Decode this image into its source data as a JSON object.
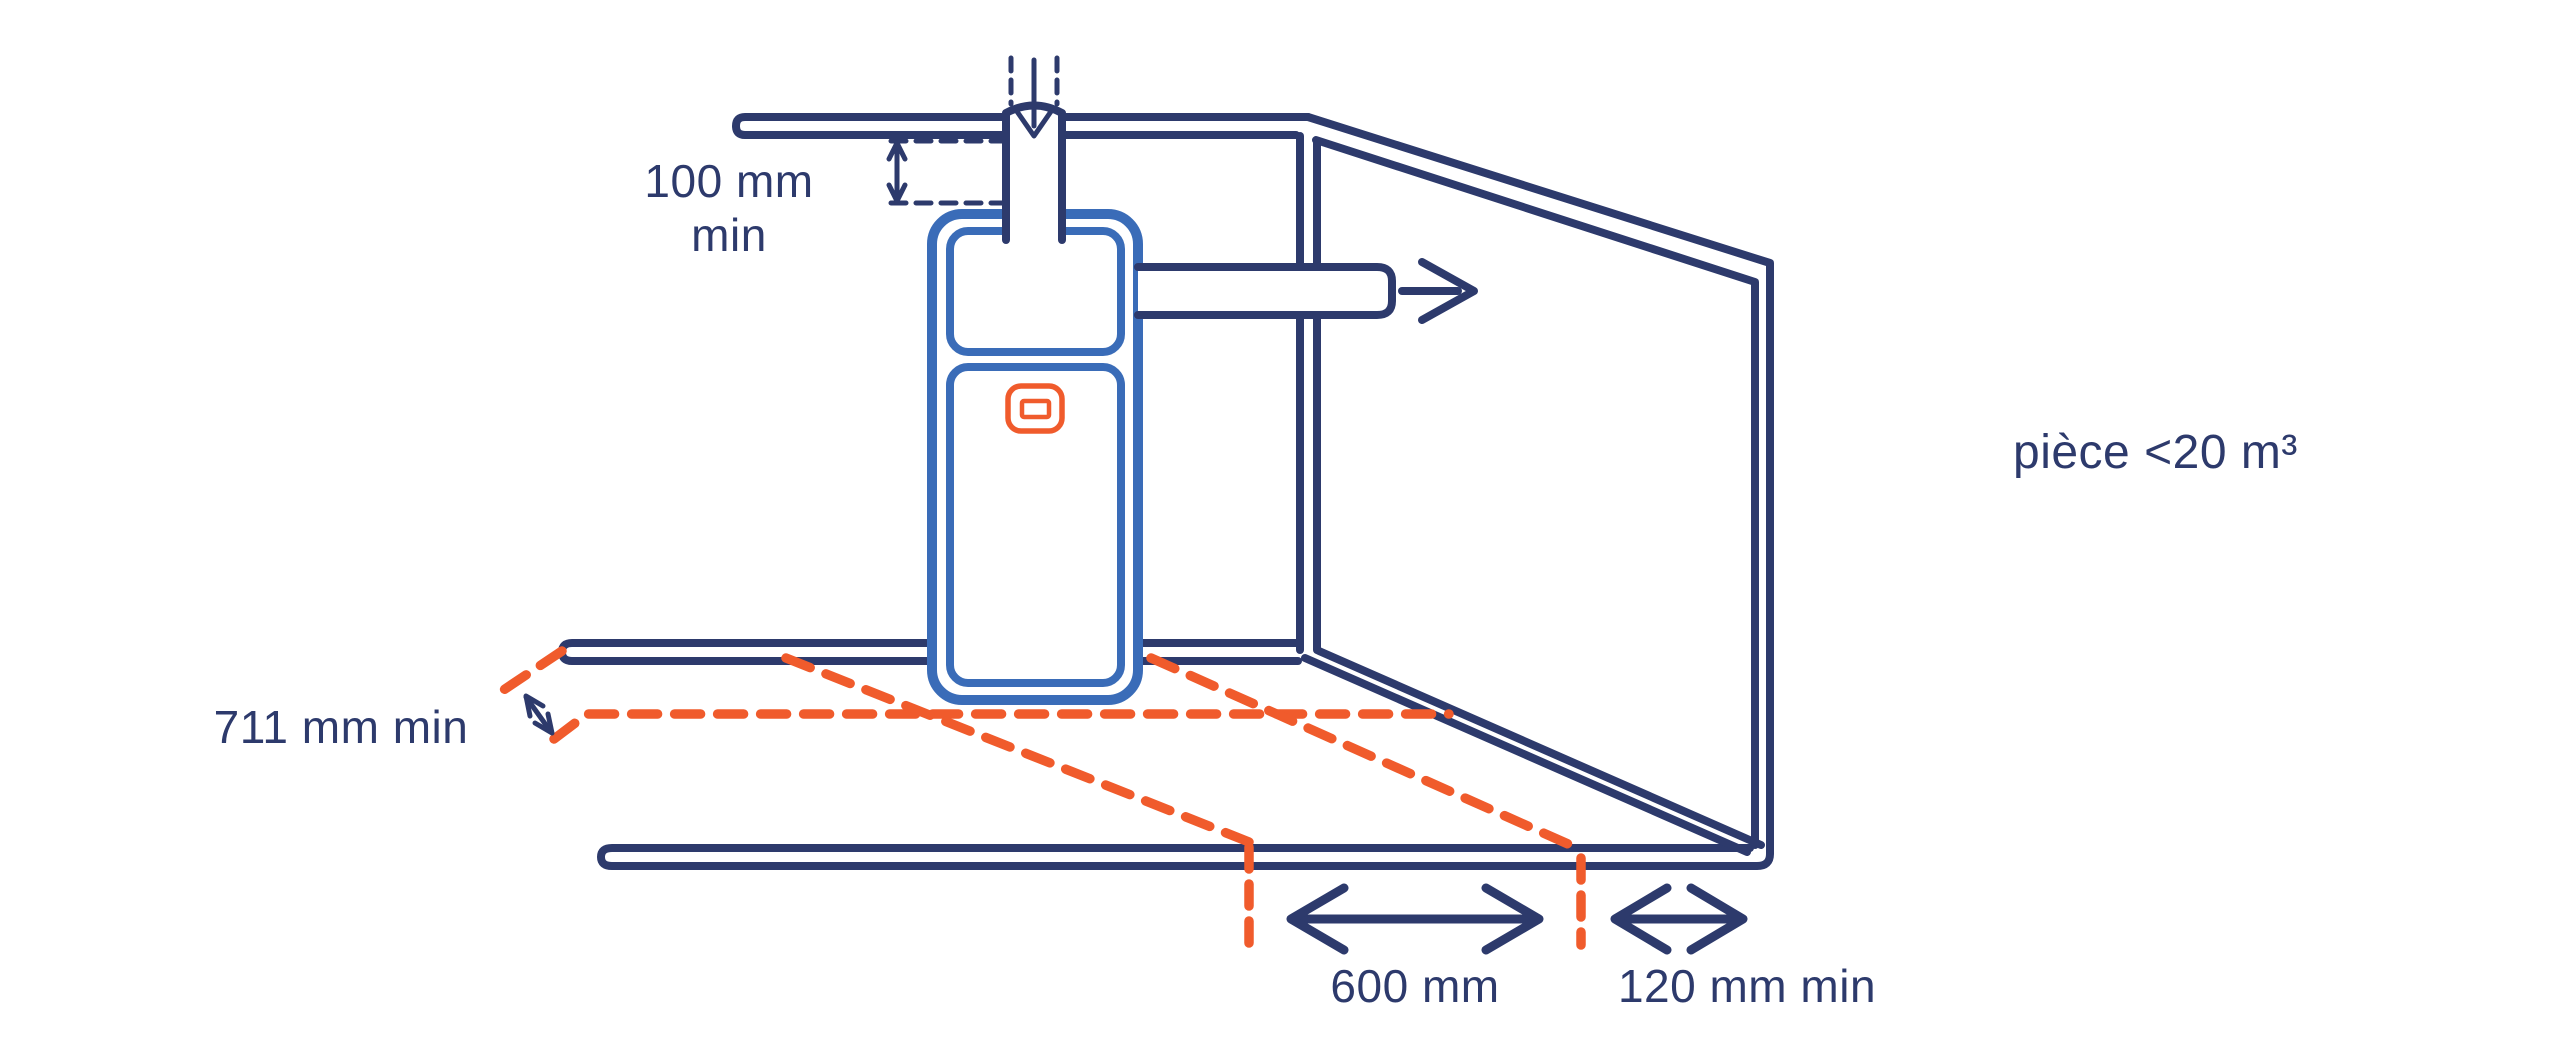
{
  "diagram": {
    "title": "appliance installation clearance diagram",
    "labels": {
      "top_clearance": "100 mm",
      "top_clearance_suffix": "min",
      "front_clearance": "711 mm min",
      "appliance_width": "600 mm",
      "side_clearance": "120 mm min",
      "room_volume": "pièce <20 m³"
    },
    "colors": {
      "outline": "#2d3a6c",
      "appliance": "#3a6cb8",
      "clearance": "#f05b2c",
      "background": "#ffffff"
    }
  }
}
